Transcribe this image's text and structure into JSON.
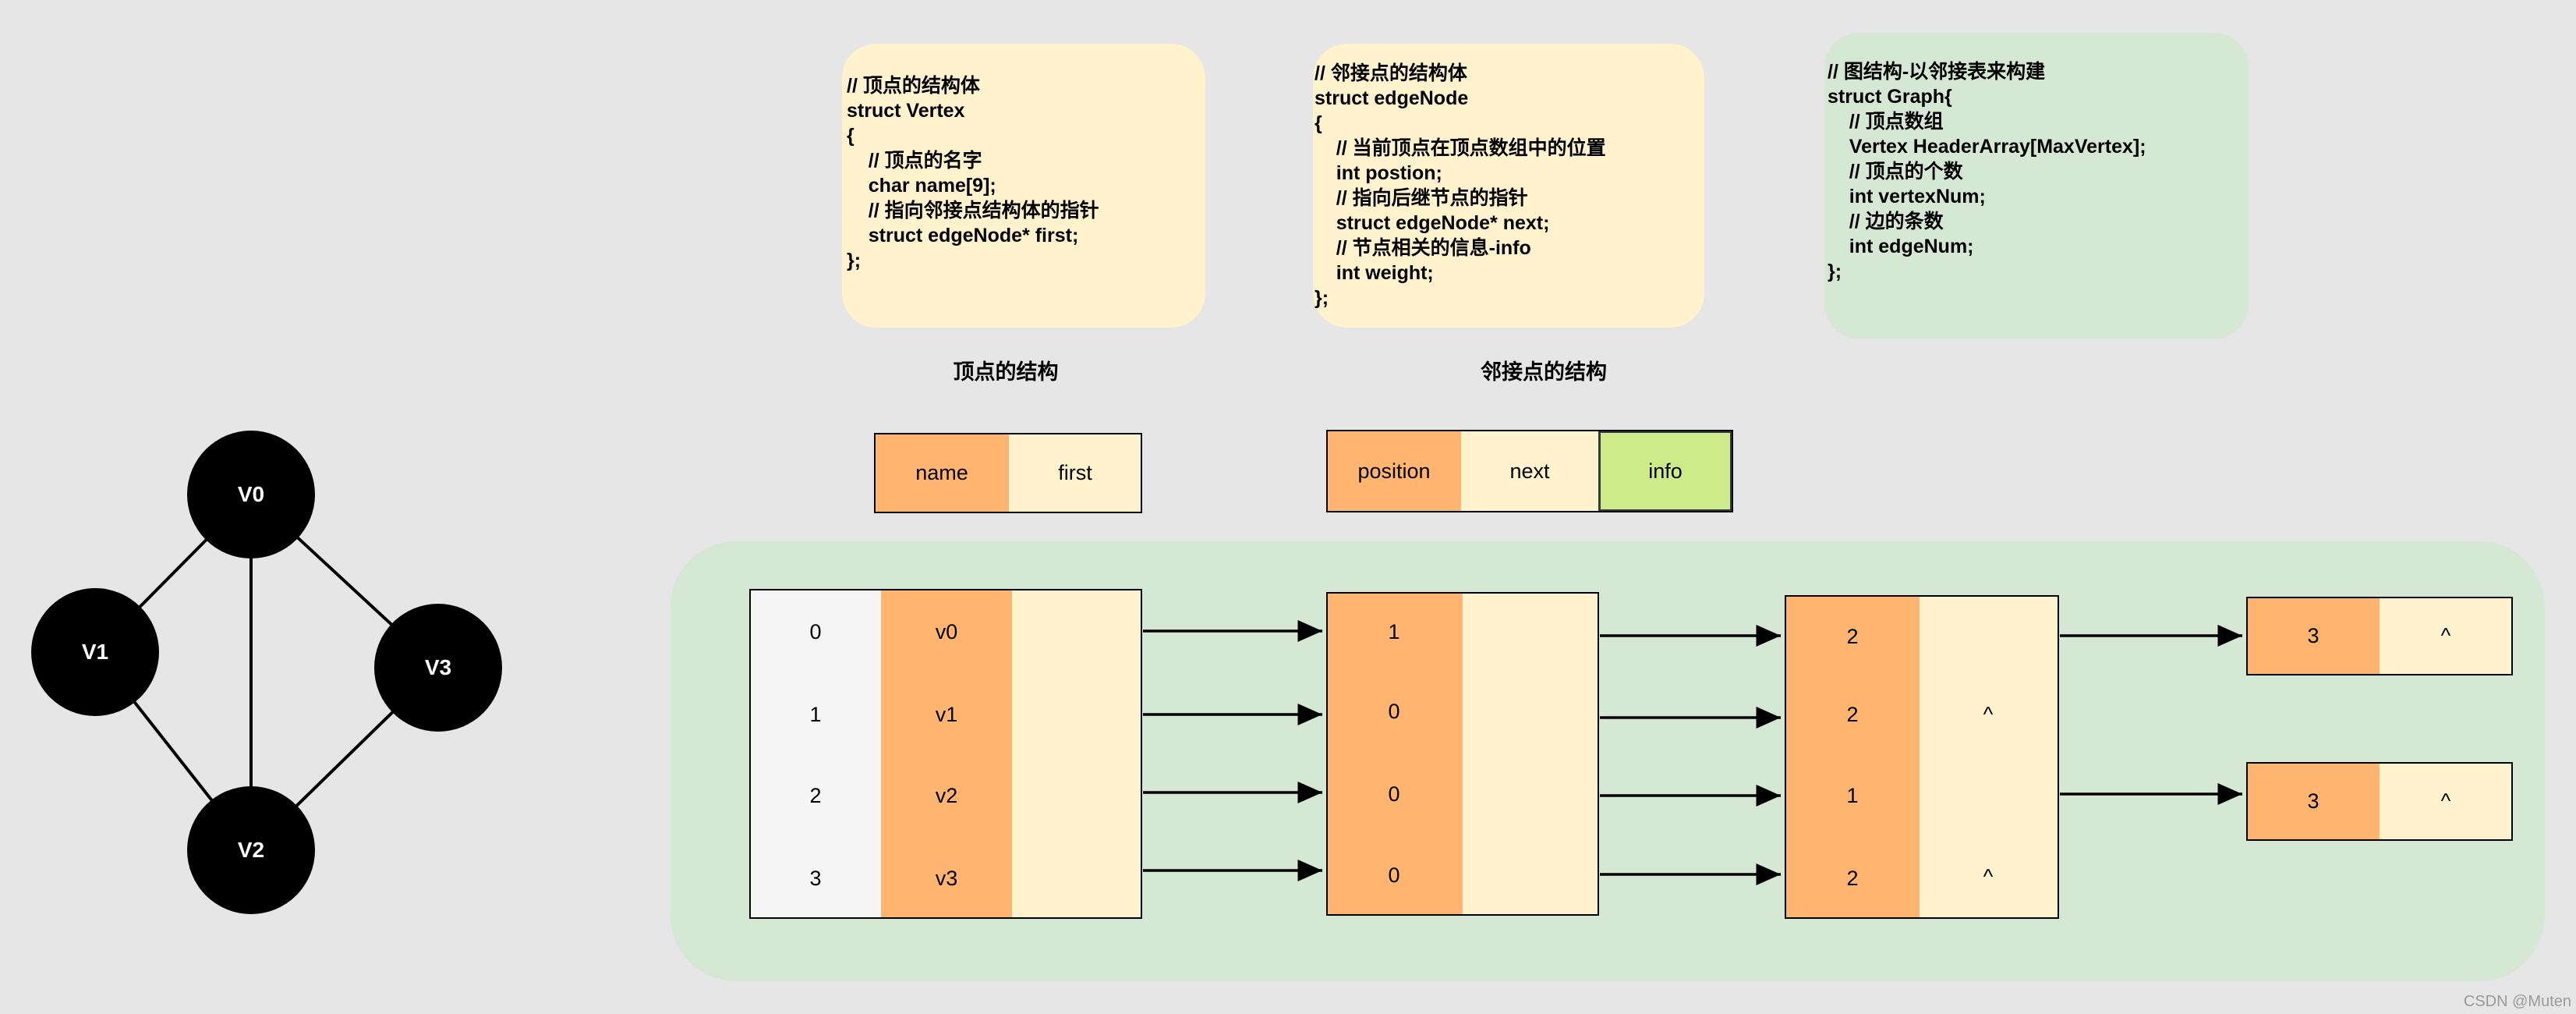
{
  "code": {
    "vertex": "// 顶点的结构体\nstruct Vertex\n{\n    // 顶点的名字\n    char name[9];\n    // 指向邻接点结构体的指针\n    struct edgeNode* first;\n};",
    "edge_node": "// 邻接点的结构体\nstruct edgeNode\n{\n    // 当前顶点在顶点数组中的位置\n    int postion;\n    // 指向后继节点的指针\n    struct edgeNode* next;\n    // 节点相关的信息-info\n    int weight;\n};",
    "graph": "// 图结构-以邻接表来构建\nstruct Graph{\n    // 顶点数组\n    Vertex HeaderArray[MaxVertex];\n    // 顶点的个数\n    int vertexNum;\n    // 边的条数\n    int edgeNum;\n};"
  },
  "legend": {
    "vertex_title": "顶点的结构",
    "edge_title": "邻接点的结构",
    "vertex_fields": [
      "name",
      "first"
    ],
    "edge_fields": [
      "position",
      "next",
      "info"
    ]
  },
  "graph": {
    "nodes": [
      "V0",
      "V1",
      "V2",
      "V3"
    ],
    "edges": [
      [
        "V0",
        "V1"
      ],
      [
        "V0",
        "V2"
      ],
      [
        "V0",
        "V3"
      ],
      [
        "V1",
        "V2"
      ],
      [
        "V2",
        "V3"
      ]
    ]
  },
  "adjacency": {
    "indices": [
      "0",
      "1",
      "2",
      "3"
    ],
    "names": [
      "v0",
      "v1",
      "v2",
      "v3"
    ],
    "first_nodes": [
      "1",
      "0",
      "0",
      "0"
    ],
    "second_nodes": [
      {
        "pos": "2",
        "next": ""
      },
      {
        "pos": "2",
        "next": "^"
      },
      {
        "pos": "1",
        "next": ""
      },
      {
        "pos": "2",
        "next": "^"
      }
    ],
    "third_nodes": [
      {
        "pos": "3",
        "next": "^"
      },
      {
        "pos": "3",
        "next": "^"
      }
    ]
  },
  "watermark": "CSDN @Muten",
  "colors": {
    "orange": "#ffb570",
    "cream": "#fff2cc",
    "lime": "#cdeb8b",
    "panel_green": "#d5e8d4",
    "background": "#e6e6e6"
  }
}
